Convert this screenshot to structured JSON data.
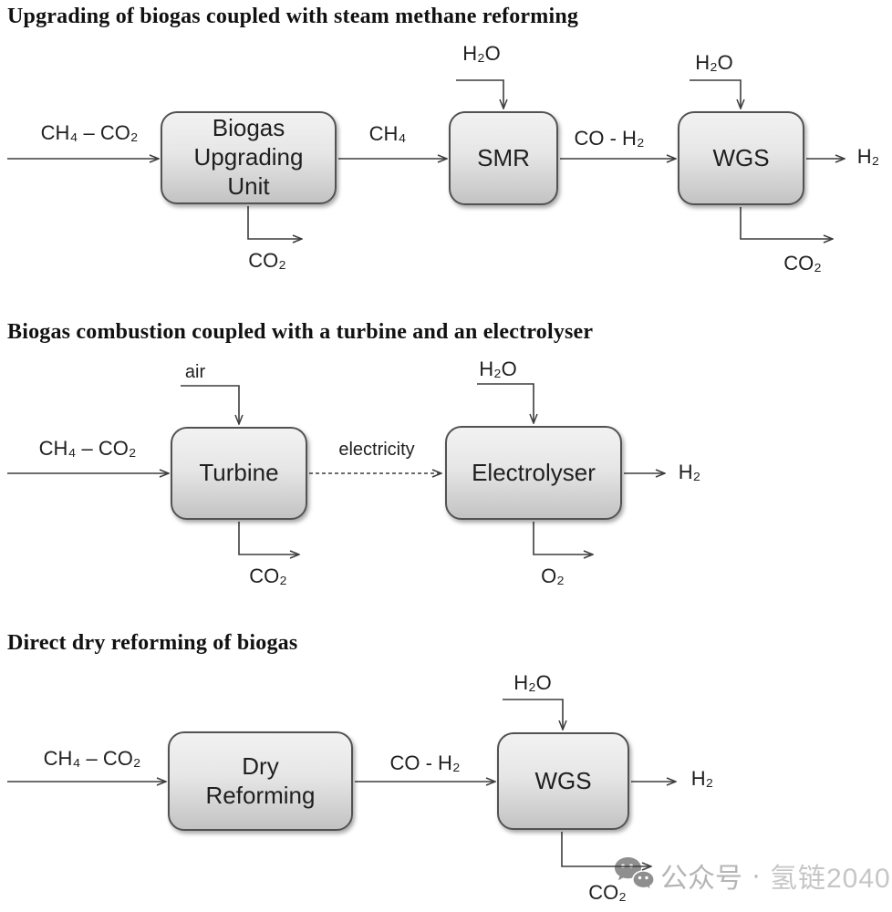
{
  "sections": [
    {
      "title": "Upgrading of biogas coupled with steam methane reforming",
      "streams": {
        "input": "CH₄ – CO₂",
        "ch4": "CH₄",
        "h2o_smr": "H₂O",
        "syngas": "CO - H₂",
        "h2o_wgs": "H₂O",
        "h2_out": "H₂",
        "co2_upgrading": "CO₂",
        "co2_wgs": "CO₂"
      },
      "nodes": {
        "upgrading": "Biogas\nUpgrading\nUnit",
        "smr": "SMR",
        "wgs": "WGS"
      }
    },
    {
      "title": "Biogas combustion coupled with a turbine and an electrolyser",
      "streams": {
        "input": "CH₄ – CO₂",
        "air": "air",
        "electricity": "electricity",
        "h2o": "H₂O",
        "h2_out": "H₂",
        "co2": "CO₂",
        "o2": "O₂"
      },
      "nodes": {
        "turbine": "Turbine",
        "electrolyser": "Electrolyser"
      }
    },
    {
      "title": "Direct dry reforming of biogas",
      "streams": {
        "input": "CH₄ – CO₂",
        "syngas": "CO - H₂",
        "h2o": "H₂O",
        "h2_out": "H₂",
        "co2": "CO₂"
      },
      "nodes": {
        "dry_reforming": "Dry\nReforming",
        "wgs": "WGS"
      }
    }
  ],
  "watermark": {
    "icon": "wechat-icon",
    "label": "公众号",
    "separator": "·",
    "name": "氢链2040"
  },
  "colors": {
    "line": "#3d3d3d",
    "box-border": "#525252",
    "box-top": "#f2f2f2",
    "box-bottom": "#c3c3c3",
    "text": "#1f1f1f",
    "watermark-text": "#b5b5b5",
    "watermark-icon": "#8f8f8f"
  }
}
